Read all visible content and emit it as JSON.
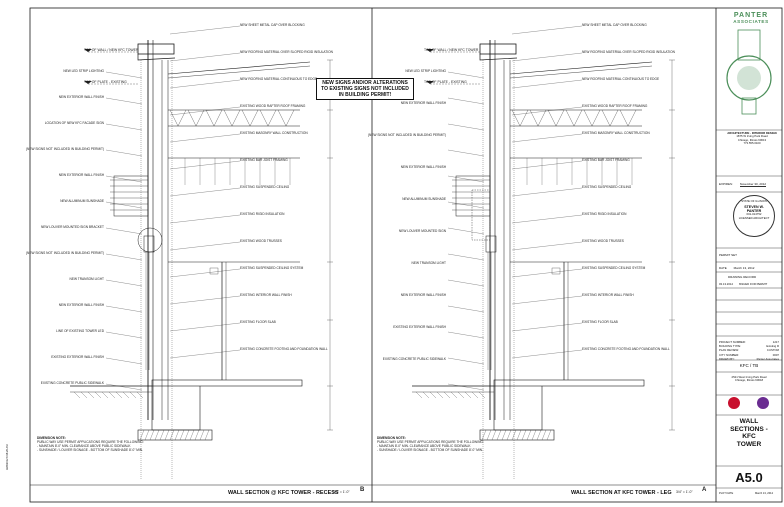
{
  "sheet": {
    "number": "A5.0",
    "title_lines": [
      "WALL",
      "SECTIONS -",
      "KFC",
      "TOWER"
    ]
  },
  "sections": {
    "left": {
      "title": "WALL SECTION @ KFC TOWER - RECESS",
      "scale": "3/4\" = 1'-0\"",
      "marker": "B",
      "callout": [
        "NEW SIGNS AND/OR ALTERATIONS",
        "TO EXISTING SIGNS NOT INCLUDED",
        "IN BUILDING PERMIT!"
      ],
      "level_top": "TOP OF WALL / NEW KFC TOWER",
      "level_plate": "TOP OF PLATE - EXISTING",
      "labels_left": [
        "NEW LED STRIP LIGHTING",
        "NEW EXTERIOR WALL FINISH",
        "LOCATION OF NEW KFC FACADE SIGN",
        "(NEW SIGNS NOT INCLUDED IN BUILDING PERMIT)",
        "NEW EXTERIOR WALL FINISH",
        "NEW ALUMINUM SUNSHADE",
        "NEW LOUVER MOUNTED SIGN BRACKET",
        "(NEW SIGNS NOT INCLUDED IN BUILDING PERMIT)",
        "NEW TRANSOM LIGHT",
        "NEW EXTERIOR WALL FINISH",
        "LINE OF EXISTING TOWER LED",
        "EXISTING EXTERIOR WALL FINISH",
        "EXISTING CONCRETE PUBLIC SIDEWALK"
      ],
      "labels_right": [
        "NEW SHEET METAL CAP OVER BLOCKING",
        "NEW ROOFING MATERIAL OVER SLOPED RIGID INSULATION",
        "NEW ROOFING MATERIAL CONTINUOUS TO EDGE",
        "EXISTING WOOD RAFTER ROOF FRAMING",
        "EXISTING MASONRY WALL CONSTRUCTION",
        "EXISTING BAR JOIST FRAMING",
        "EXISTING SUSPENDED CEILING",
        "EXISTING RIGID INSULATION",
        "EXISTING WOOD TRUSSES",
        "EXISTING SUSPENDED CEILING SYSTEM",
        "EXISTING INTERIOR WALL FINISH",
        "EXISTING FLOOR SLAB",
        "EXISTING CONCRETE FOOTING AND FOUNDATION WALL"
      ],
      "dimension_note_title": "DIMENSION NOTE:",
      "dimension_notes": [
        "PUBLIC WAY USE PERMIT APPLICATIONS REQUIRE THE FOLLOWING:",
        "- MAINTAIN 8'-0\" MIN. CLEARANCE ABOVE PUBLIC SIDEWALK",
        "- SUNSHADE / LOUVER SIGNAGE - BOTTOM OF SUNSHADE 8'-0\" MIN."
      ]
    },
    "right": {
      "title": "WALL SECTION AT KFC TOWER - LEG",
      "scale": "3/4\" = 1'-0\"",
      "marker": "A",
      "labels_left": [
        "NEW LED STRIP LIGHTING",
        "NEW EXTERIOR WALL FINISH",
        "(NEW SIGNS NOT INCLUDED IN BUILDING PERMIT)",
        "NEW EXTERIOR WALL FINISH",
        "NEW ALUMINUM SUNSHADE",
        "NEW LOUVER MOUNTED SIGN",
        "NEW TRANSOM LIGHT",
        "NEW EXTERIOR WALL FINISH",
        "EXISTING EXTERIOR WALL FINISH",
        "EXISTING CONCRETE PUBLIC SIDEWALK"
      ],
      "labels_right": [
        "NEW SHEET METAL CAP OVER BLOCKING",
        "NEW ROOFING MATERIAL OVER SLOPED RIGID INSULATION",
        "NEW ROOFING MATERIAL CONTINUOUS TO EDGE",
        "EXISTING WOOD RAFTER ROOF FRAMING",
        "EXISTING MASONRY WALL CONSTRUCTION",
        "EXISTING BAR JOIST FRAMING",
        "EXISTING SUSPENDED CEILING",
        "EXISTING RIGID INSULATION",
        "EXISTING WOOD TRUSSES",
        "EXISTING SUSPENDED CEILING SYSTEM",
        "EXISTING INTERIOR WALL FINISH",
        "EXISTING FLOOR SLAB",
        "EXISTING CONCRETE FOOTING AND FOUNDATION WALL"
      ],
      "dimension_note_title": "DIMENSION NOTE:",
      "dimension_notes": [
        "PUBLIC WAY USE PERMIT APPLICATIONS REQUIRE THE FOLLOWING:",
        "- MAINTAIN 8'-0\" MIN. CLEARANCE ABOVE PUBLIC SIDEWALK",
        "- SUNSHADE / LOUVER SIGNAGE - BOTTOM OF SUNSHADE 8'-0\" MIN."
      ]
    }
  },
  "title_block": {
    "firm_name": [
      "PANTER",
      "ASSOCIATES"
    ],
    "firm_sub": [
      "ARCHITECTURE · INTERIOR DESIGN",
      "1875 W Irving Park Road",
      "Chicago, Illinois 60613",
      "773.555.0100"
    ],
    "seal_text": [
      "STATE OF ILLINOIS",
      "STEVEN W.",
      "PANTER",
      "001-014752",
      "LICENSED ARCHITECT"
    ],
    "expires_label": "EXPIRES:",
    "expires_value": "November 30, 2012",
    "permit_set": "PERMIT SET",
    "date_label": "DATE",
    "date_value": "March 13, 2012",
    "drawing_record_header": "DRAWING RECORD",
    "drawing_record_row": [
      "03.13.2012",
      "ISSUED FOR PERMIT"
    ],
    "project_info": [
      [
        "PROJECT NUMBER:",
        "1217"
      ],
      [
        "BUILDING TYPE:",
        "Existing R"
      ],
      [
        "PLAN REVIEW:",
        "CUSTOM"
      ],
      [
        "CITY NUMBER:",
        "0007"
      ],
      [
        "DRAWN BY:",
        "Panter Associates"
      ]
    ],
    "project_name": "KFC / TB",
    "project_address": [
      "2521 West Irving Park Road",
      "Chicago, Illinois 60618"
    ],
    "footer_left": "PLOT DATE",
    "footer_right": "March 13, 2012",
    "plot_stamp": "3/26/2012 6:36:26 AM"
  },
  "colors": {
    "line": "#1a1a1a",
    "logo_green": "#4c8f5a",
    "sheet_frame": "#222222"
  }
}
